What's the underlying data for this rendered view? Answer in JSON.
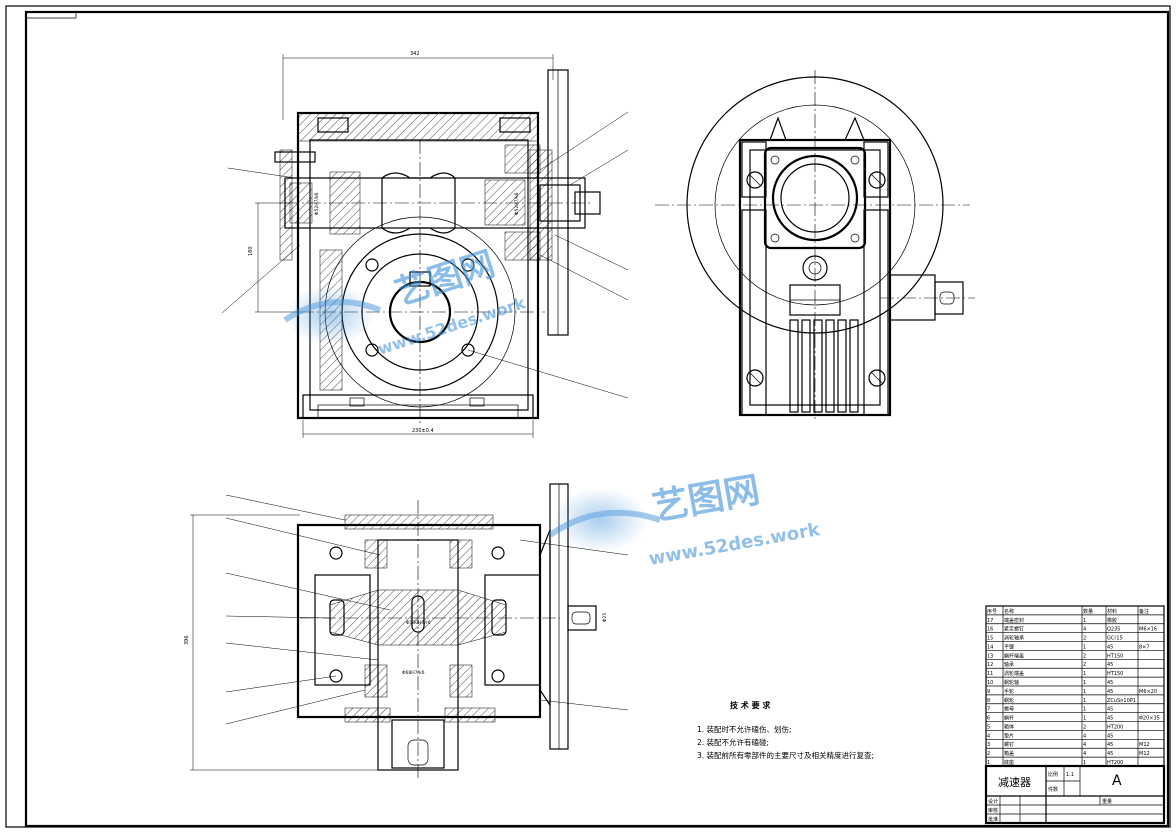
{
  "drawing": {
    "title": "减速器",
    "format_letter": "A",
    "scale_label": "比例",
    "scale_value": "1:1",
    "count_label": "件数",
    "sheet_label": "重量",
    "designer_row": "设计",
    "checker_row": "审核",
    "approver_row": "批准"
  },
  "tech_requirements": {
    "heading": "技 术 要 求",
    "items": [
      "1. 装配时不允许磕伤、划伤;",
      "2. 装配不允许有磕碰;",
      "3. 装配前所有零部件的主要尺寸及相关精度进行复查;"
    ]
  },
  "dimensions": {
    "top_width": "342",
    "bottom_width": "230±0.4",
    "vertical_height": "180",
    "section_height": "396",
    "shaft_fit": "Φ52H7/k6",
    "right_fit": "Φ52H7/k6",
    "worm_fit": "Φ130H7/r6",
    "hub_fit": "Φ68H7/k6",
    "side_dim": "Φ25"
  },
  "bom": {
    "headers": [
      "序号",
      "名称",
      "数量",
      "材料",
      "备注"
    ],
    "rows": [
      [
        "17",
        "端盖密封",
        "1",
        "橡胶",
        ""
      ],
      [
        "16",
        "紧定螺钉",
        "4",
        "Q235",
        "M6×16"
      ],
      [
        "15",
        "涡轮轴承",
        "2",
        "GCr15",
        ""
      ],
      [
        "14",
        "平键",
        "1",
        "45",
        "8×7"
      ],
      [
        "13",
        "蜗杆端盖",
        "2",
        "HT150",
        ""
      ],
      [
        "12",
        "轴承",
        "2",
        "45",
        ""
      ],
      [
        "11",
        "涡轮端盖",
        "1",
        "HT150",
        ""
      ],
      [
        "10",
        "蜗轮轴",
        "1",
        "45",
        ""
      ],
      [
        "9",
        "手轮",
        "1",
        "45",
        "M6×20"
      ],
      [
        "8",
        "蜗轮",
        "1",
        "ZCuSn10P1",
        ""
      ],
      [
        "7",
        "螺母",
        "1",
        "45",
        ""
      ],
      [
        "6",
        "蜗杆",
        "1",
        "45",
        "Φ20×35"
      ],
      [
        "5",
        "箱体",
        "2",
        "HT200",
        ""
      ],
      [
        "4",
        "垫片",
        "4",
        "45",
        ""
      ],
      [
        "3",
        "螺钉",
        "4",
        "45",
        "M12"
      ],
      [
        "2",
        "箱盖",
        "4",
        "45",
        "M12"
      ],
      [
        "1",
        "底座",
        "1",
        "HT200",
        ""
      ]
    ]
  },
  "watermark": {
    "brand": "艺图网",
    "url": "www.52des.work"
  },
  "colors": {
    "line": "#000000",
    "paper": "#ffffff",
    "watermark": "#3f8fd8"
  }
}
